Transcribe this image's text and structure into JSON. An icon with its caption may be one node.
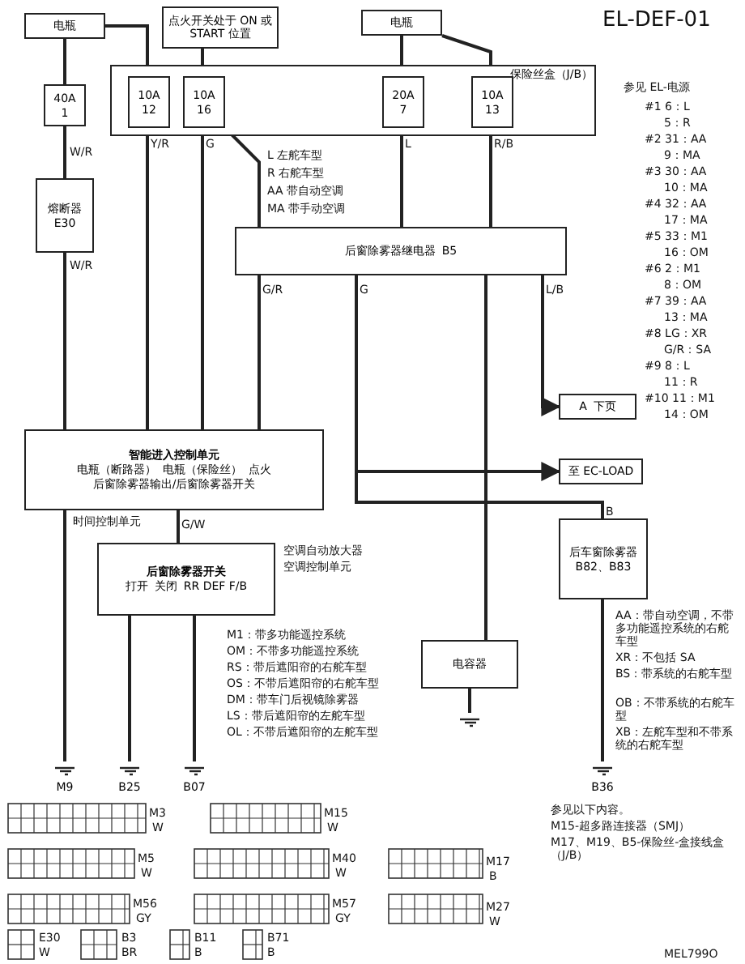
{
  "diagram": {
    "title": "EL-DEF-01",
    "nodes": [
      {
        "text": [
          "电瓶"
        ]
      },
      {
        "text": [
          "点火开关处于 ON 或 START 位置"
        ]
      },
      {
        "text": [
          "电瓶"
        ]
      },
      {
        "text": [
          "保险丝盒（J/B）"
        ]
      },
      {
        "text": [
          "40A",
          "1"
        ]
      },
      {
        "text": [
          "10A",
          "12"
        ],
        "in": 3
      },
      {
        "text": [
          "10A",
          "16"
        ],
        "in": 3
      },
      {
        "text": [
          "20A",
          "7"
        ],
        "in": 3
      },
      {
        "text": [
          "10A",
          "13"
        ],
        "in": 3
      },
      {
        "text": [
          "熔断器",
          "E30"
        ]
      },
      {
        "text": [
          "后窗除雾器继电器",
          "B5"
        ]
      },
      {
        "text": [
          "智能进入控制单元",
          "电瓶（断路器）",
          "电瓶（保险丝）",
          "点火",
          "后窗除雾器输出/后窗除雾器开关"
        ],
        "beside": [
          "时间控制单元"
        ]
      },
      {
        "text": [
          "后窗除雾器开关",
          "打开",
          "关闭",
          "RR DEF F/B"
        ],
        "beside": [
          "空调自动放大器",
          "空调控制单元"
        ]
      },
      {
        "text": [
          "A",
          "下页"
        ]
      },
      {
        "text": [
          "至 EC-LOAD"
        ]
      },
      {
        "text": [
          "后车窗除雾器",
          "B82、B83"
        ]
      },
      {
        "text": [
          "电容器"
        ]
      },
      {
        "text": [
          "M9"
        ]
      },
      {
        "text": [
          "B25"
        ]
      },
      {
        "text": [
          "B07"
        ]
      },
      {
        "text": [
          "B36"
        ]
      },
      {
        "text": [],
        "shape": "ground"
      }
    ],
    "edges": [
      {
        "from": 0,
        "to": 4,
        "arrow": "none"
      },
      {
        "from": 4,
        "to": 9,
        "arrow": "none"
      },
      {
        "from": 9,
        "to": 11,
        "arrow": "none"
      },
      {
        "from": 0,
        "to": 5,
        "arrow": "none"
      },
      {
        "from": 1,
        "to": 6,
        "arrow": "none"
      },
      {
        "from": 5,
        "to": 11,
        "arrow": "none"
      },
      {
        "from": 6,
        "to": 11,
        "arrow": "none"
      },
      {
        "from": 6,
        "to": 10,
        "arrow": "none"
      },
      {
        "from": 2,
        "to": 7,
        "arrow": "none"
      },
      {
        "from": 2,
        "to": 8,
        "arrow": "none"
      },
      {
        "from": 7,
        "to": 10,
        "arrow": "none"
      },
      {
        "from": 8,
        "to": 10,
        "arrow": "none"
      },
      {
        "from": 10,
        "to": 11,
        "arrow": "none"
      },
      {
        "from": 11,
        "to": 12,
        "arrow": "none"
      },
      {
        "from": 10,
        "to": 15,
        "arrow": "none"
      },
      {
        "from": 10,
        "to": 14,
        "arrow": "to"
      },
      {
        "from": 10,
        "to": 13,
        "arrow": "to"
      },
      {
        "from": 10,
        "to": 16,
        "arrow": "none"
      },
      {
        "from": 11,
        "to": 17,
        "arrow": "none"
      },
      {
        "from": 12,
        "to": 18,
        "arrow": "none"
      },
      {
        "from": 12,
        "to": 19,
        "arrow": "none"
      },
      {
        "from": 15,
        "to": 20,
        "arrow": "none"
      },
      {
        "from": 16,
        "to": 21,
        "arrow": "none"
      }
    ],
    "labels": [
      "参见 EL-电源",
      "#1 6：L",
      "5：R",
      "#2 31：AA",
      "9：MA",
      "#3 30：AA",
      "10：MA",
      "#4 32：AA",
      "17：MA",
      "#5 33：M1",
      "16：OM",
      "#6 2：M1",
      "8：OM",
      "#7 39：AA",
      "13：MA",
      "#8 LG：XR",
      "G/R：SA",
      "#9 8：L",
      "11：R",
      "#10 11：M1",
      "14：OM",
      "L 左舵车型",
      "R 右舵车型",
      "AA 带自动空调",
      "MA 带手动空调",
      "M1：带多功能遥控系统",
      "OM：不带多功能遥控系统",
      "RS：带后遮阳帘的右舵车型",
      "OS：不带后遮阳帘的右舵车型",
      "DM：带车门后视镜除雾器",
      "LS：带后遮阳帘的左舵车型",
      "OL：不带后遮阳帘的左舵车型",
      "AA：带自动空调，不带多功能遥控系统的右舵车型",
      "XR：不包括 SA",
      "BS：带系统的右舵车型",
      "OB：不带系统的右舵车型",
      "XB：左舵车型和不带系统的右舵车型",
      "参见以下内容。",
      "M15-超多路连接器（SMJ）",
      "M17、M19、B5-保险丝-盒接线盒（J/B）",
      "M3",
      "W",
      "M15",
      "W",
      "M5",
      "W",
      "M40",
      "W",
      "M56",
      "GY",
      "M57",
      "GY",
      "M17",
      "B",
      "M27",
      "W",
      "E30",
      "W",
      "B3",
      "BR",
      "B11",
      "B",
      "B71",
      "B",
      "W/R",
      "W/R",
      "Y/R",
      "G",
      "L",
      "R/B",
      "G/R",
      "G",
      "L/B",
      "G/W",
      "B",
      "MEL799O"
    ]
  }
}
